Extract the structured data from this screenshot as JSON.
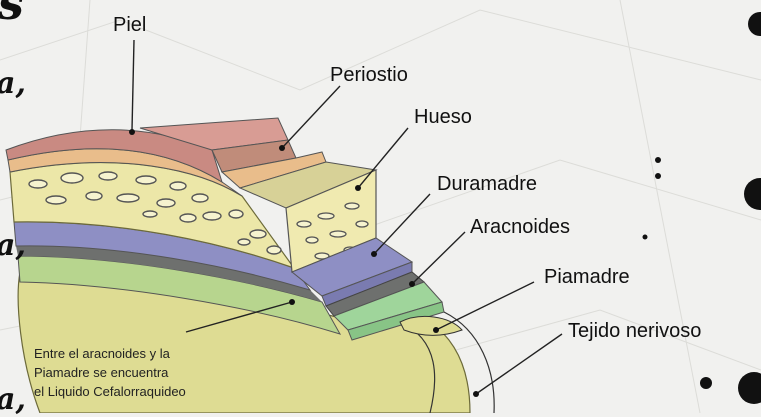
{
  "labels": {
    "piel": "Piel",
    "periostio": "Periostio",
    "hueso": "Hueso",
    "duramadre": "Duramadre",
    "aracnoides": "Aracnoides",
    "piamadre": "Piamadre",
    "tejido": "Tejido nerivoso"
  },
  "note": {
    "line1": "Entre el aracnoides y la",
    "line2": "Piamadre se encuentra",
    "line3": "el Liquido Cefalorraquideo"
  },
  "background_fragments": {
    "top": "s",
    "row1": "a,",
    "row2": "a,",
    "row3": "a,"
  },
  "colors": {
    "skin": "#c98a82",
    "periosteum": "#e9bd8b",
    "bone": "#ece7a8",
    "bone_dark": "#c9c48a",
    "dura": "#8e8fc4",
    "arachnoid": "#6e706e",
    "pia": "#9fd59b",
    "tissue": "#dedc93"
  }
}
